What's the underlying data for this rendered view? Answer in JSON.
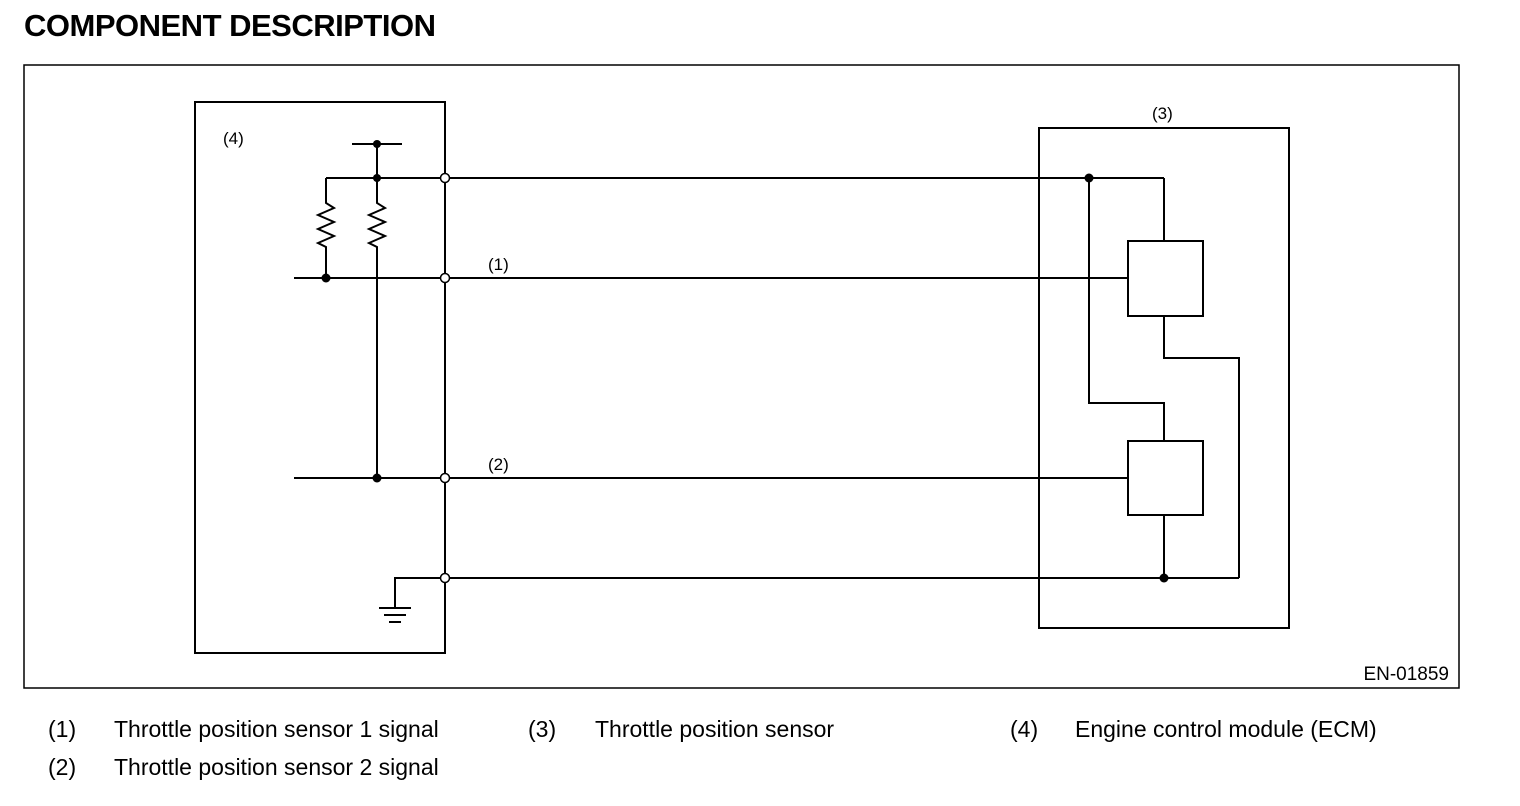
{
  "page": {
    "title": "COMPONENT DESCRIPTION"
  },
  "diagram": {
    "ecm_label": "(4)",
    "sensor_label": "(3)",
    "wire_1_label": "(1)",
    "wire_2_label": "(2)",
    "figure_code": "EN-01859"
  },
  "legend": [
    {
      "num": "(1)",
      "text": "Throttle position sensor 1 signal"
    },
    {
      "num": "(2)",
      "text": "Throttle position sensor 2 signal"
    },
    {
      "num": "(3)",
      "text": "Throttle position sensor"
    },
    {
      "num": "(4)",
      "text": "Engine control module (ECM)"
    }
  ]
}
